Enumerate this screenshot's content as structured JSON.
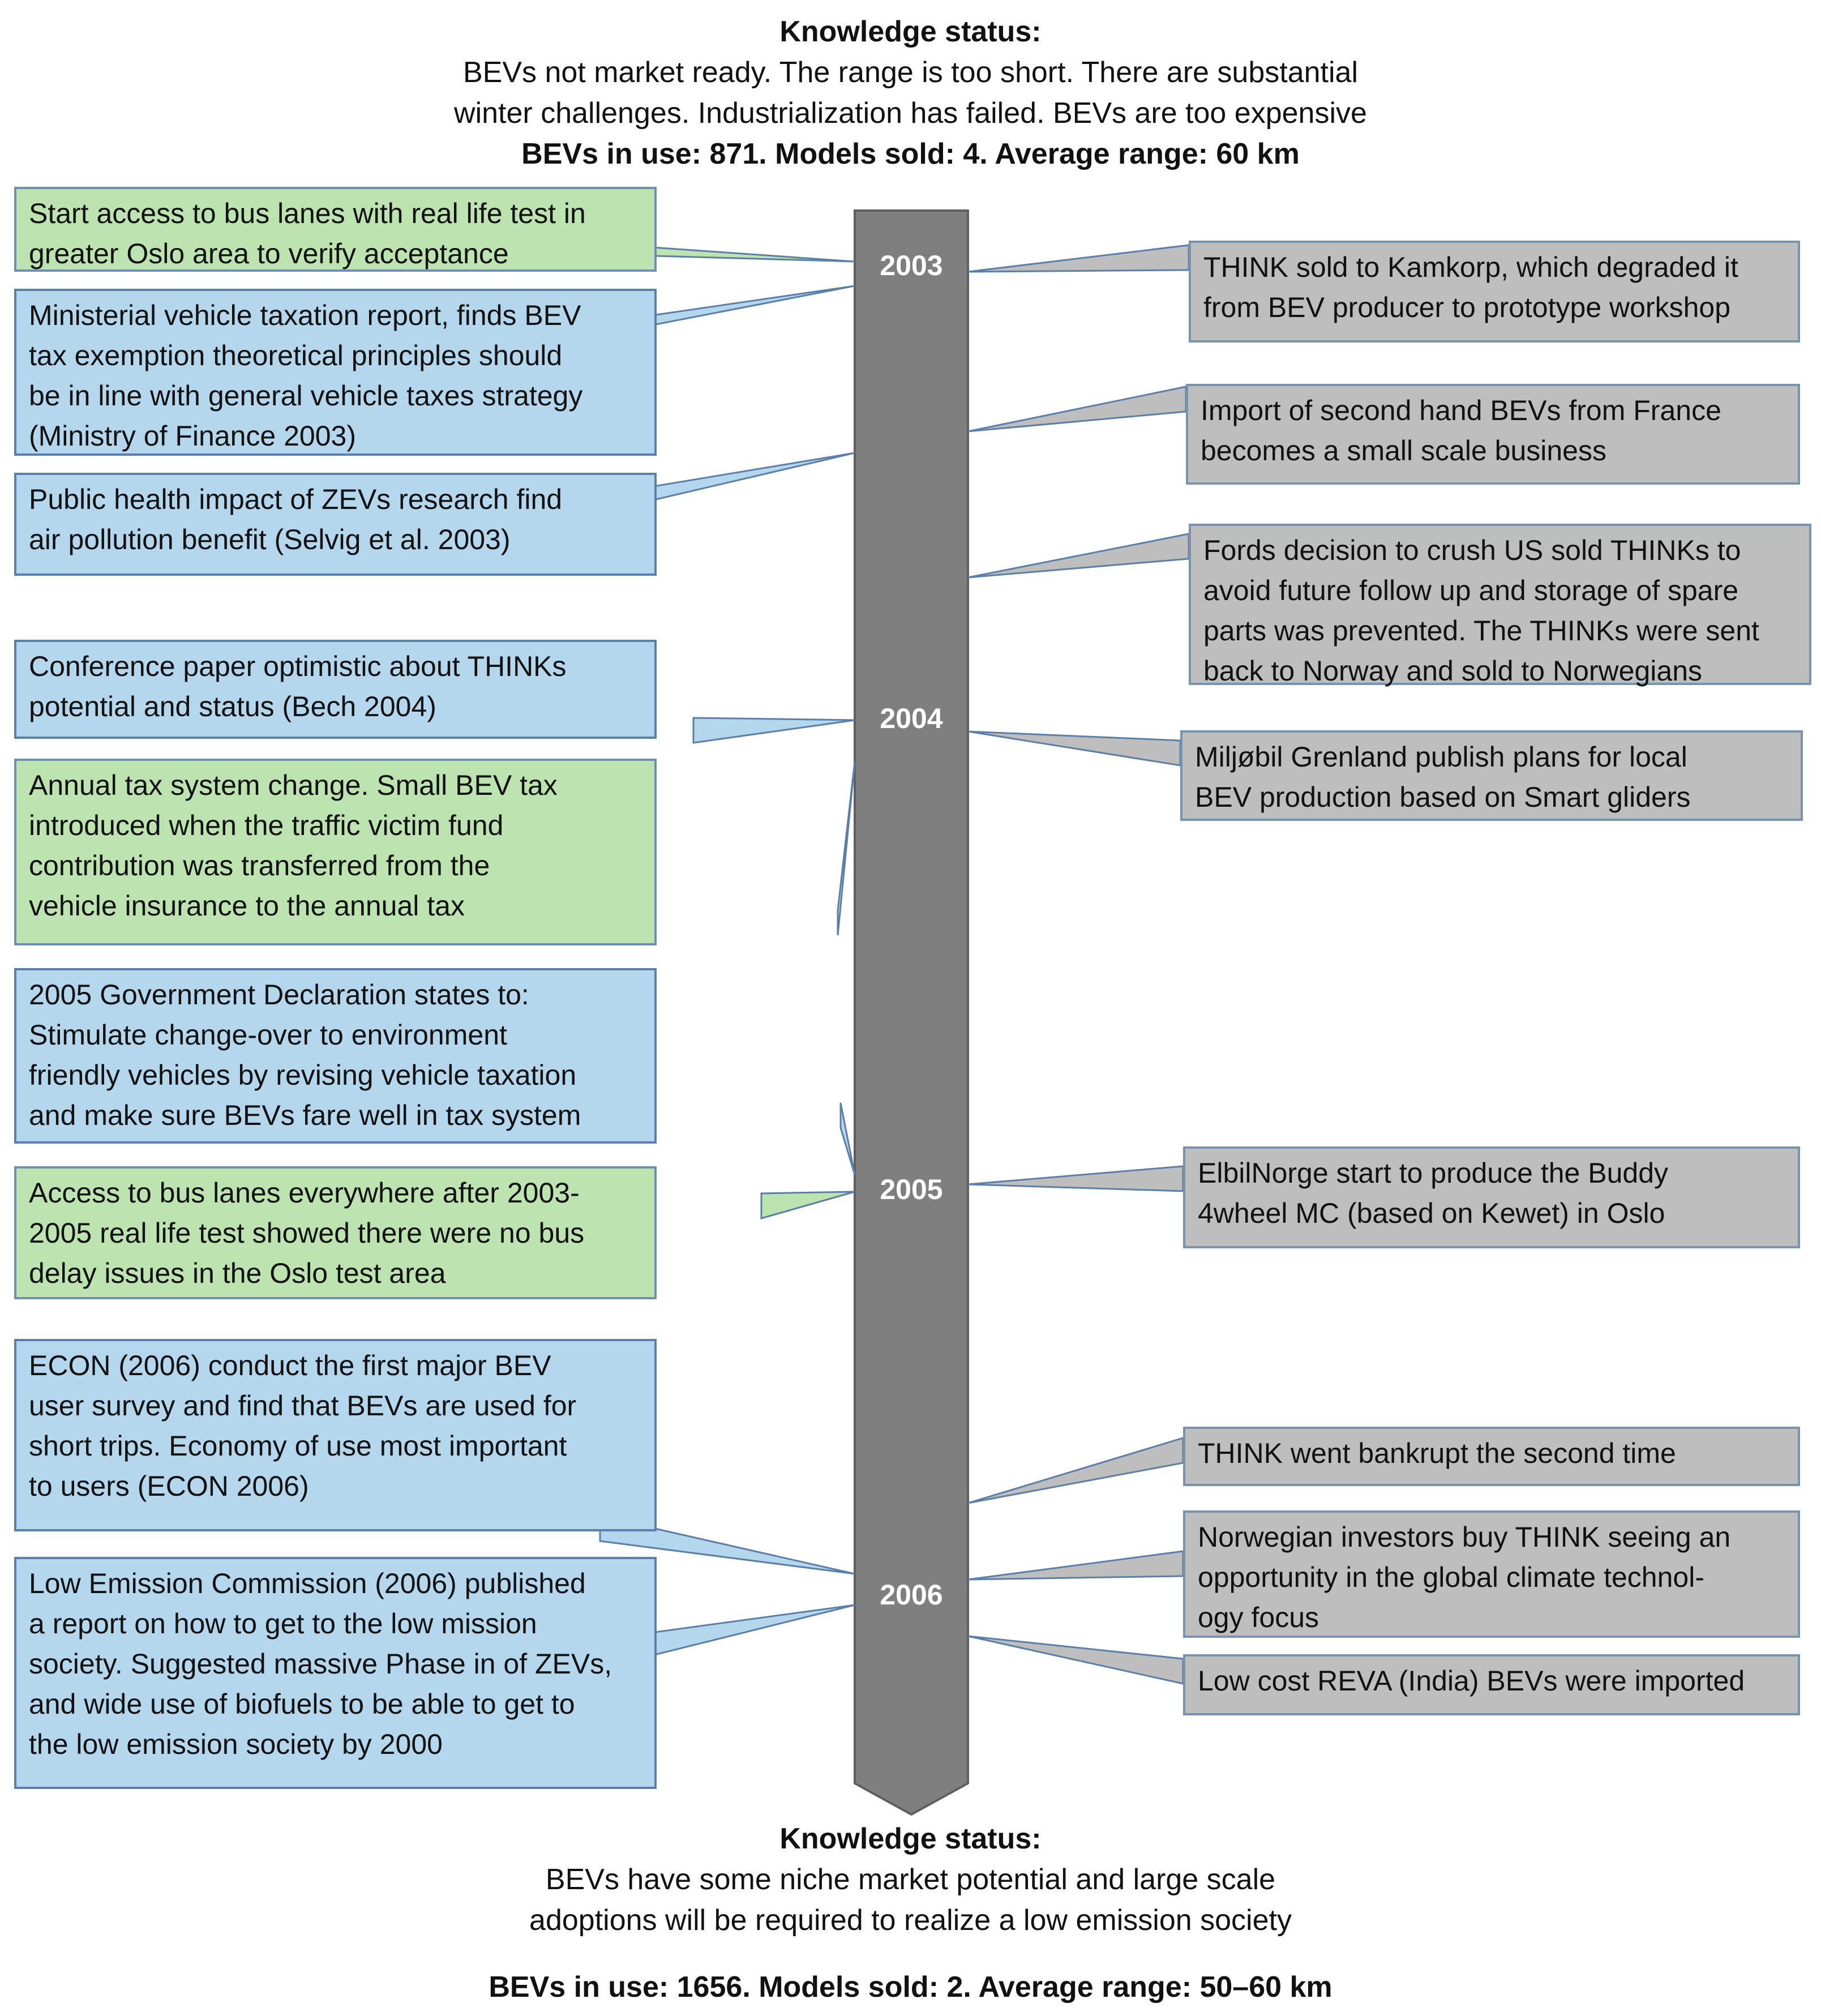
{
  "top_status": {
    "title": "Knowledge status:",
    "line1": "BEVs not market ready. The range is too short. There are substantial",
    "line2": "winter challenges. Industrialization has failed. BEVs are too expensive",
    "stats": "BEVs in use: 871. Models sold: 4. Average range: 60 km"
  },
  "years": [
    "2003",
    "2004",
    "2005",
    "2006"
  ],
  "left_events": [
    {
      "type": "policy",
      "lines": [
        "Start access to bus lanes with real life test in",
        "greater Oslo area to verify acceptance"
      ]
    },
    {
      "type": "knowledge",
      "lines": [
        "Ministerial vehicle taxation report, finds BEV",
        "tax exemption theoretical principles should",
        "be in line with general vehicle taxes strategy",
        "(Ministry of Finance 2003)"
      ]
    },
    {
      "type": "knowledge",
      "lines": [
        "Public health impact of ZEVs research find",
        "air pollution benefit (Selvig et al. 2003)"
      ]
    },
    {
      "type": "knowledge",
      "lines": [
        "Conference paper optimistic about THINKs",
        "potential and status (Bech 2004)"
      ]
    },
    {
      "type": "policy",
      "lines": [
        "Annual tax system change. Small BEV tax",
        "introduced when the traffic victim fund",
        "contribution was transferred from the",
        "vehicle insurance to the annual tax"
      ]
    },
    {
      "type": "knowledge",
      "lines": [
        "2005 Government Declaration states to:",
        "Stimulate change-over to environment",
        "friendly vehicles by revising vehicle taxation",
        "and make sure BEVs fare well in tax system"
      ]
    },
    {
      "type": "policy",
      "lines": [
        "Access to bus lanes everywhere after 2003-",
        "2005 real life test showed there were no bus",
        "delay issues in the Oslo test area"
      ]
    },
    {
      "type": "knowledge",
      "lines": [
        "ECON (2006) conduct the first major BEV",
        "user survey and find that BEVs are used for",
        "short trips. Economy of use most important",
        "to users (ECON 2006)"
      ]
    },
    {
      "type": "knowledge",
      "lines": [
        "Low Emission Commission (2006) published",
        "a report on how to get to the low mission",
        "society. Suggested massive Phase in of ZEVs,",
        "and wide use of biofuels to be able to get to",
        "the low emission society by 2000"
      ]
    }
  ],
  "right_events": [
    {
      "type": "market",
      "lines": [
        "THINK sold to Kamkorp, which degraded it",
        "from BEV producer to prototype workshop"
      ]
    },
    {
      "type": "market",
      "lines": [
        "Import of second hand BEVs from France",
        "becomes a small scale business"
      ]
    },
    {
      "type": "market",
      "lines": [
        "Fords decision to crush US sold THINKs to",
        "avoid future follow up and storage of spare",
        "parts was prevented. The THINKs were sent",
        "back to Norway and sold to Norwegians"
      ]
    },
    {
      "type": "market",
      "lines": [
        "Miljøbil Grenland publish plans for local",
        "BEV production based on Smart gliders"
      ]
    },
    {
      "type": "market",
      "lines": [
        "ElbilNorge start to produce the Buddy",
        "4wheel MC (based on Kewet) in Oslo"
      ]
    },
    {
      "type": "market",
      "lines": [
        "THINK went bankrupt the second time"
      ]
    },
    {
      "type": "market",
      "lines": [
        "Norwegian investors buy THINK seeing an",
        "opportunity in the global climate technol-",
        "ogy focus"
      ]
    },
    {
      "type": "market",
      "lines": [
        "Low cost REVA (India) BEVs were imported"
      ]
    }
  ],
  "bottom_status": {
    "title": "Knowledge status:",
    "line1": "BEVs have some niche market potential and large scale",
    "line2": "adoptions will be required to realize a low emission society",
    "stats": "BEVs in use: 1656. Models sold: 2. Average range: 50–60 km"
  },
  "colors": {
    "axis": "#7f7f7f",
    "knowledge": "#b4d7ee",
    "policy": "#bde3b0",
    "market": "#bebebe",
    "border": "#5b7fa8"
  }
}
